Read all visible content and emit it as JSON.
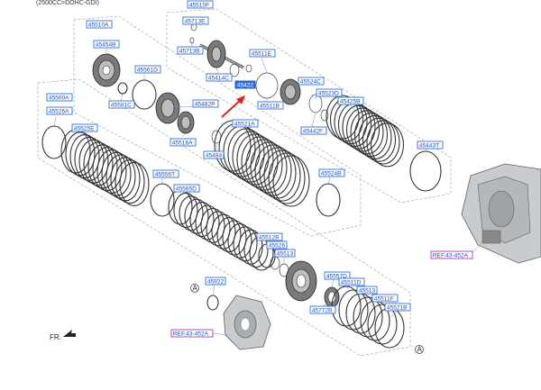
{
  "header": "(2500CC>DOHC-GDI)",
  "fr_label": "FR.",
  "marker_a": "A",
  "callouts": {
    "c45510F": "45510F",
    "c45713E": "45713E",
    "c45713B": "45713B",
    "c45510A": "45510A",
    "c45454B": "45454B",
    "c45561D": "45561D",
    "c45581C": "45581C",
    "c45414C": "45414C",
    "c45511E": "45511E",
    "c45422": "45422",
    "c45524C": "45524C",
    "c45523D": "45523D",
    "c45425B": "45425B",
    "c45511B": "45511B",
    "c45442F": "45442F",
    "c45482P": "45482P",
    "c45516A": "45516A",
    "c45521A": "45521A",
    "c45484": "45484",
    "c45443T": "45443T",
    "c45524B": "45524B",
    "c45500A": "45500A",
    "c45526A": "45526A",
    "c45525E": "45525E",
    "c45556T": "45556T",
    "c45565D": "45565D",
    "c45512B": "45512B",
    "c45526": "45526",
    "c45513": "45513",
    "c45557D": "45557D",
    "c45511D": "45511D",
    "c45513b": "45513",
    "c45511F": "45511F",
    "c45772B": "45772B",
    "c45521B": "45521B",
    "c45922": "45922",
    "ref_right": "REF.43-452A",
    "ref_left": "REF.43-452A"
  }
}
